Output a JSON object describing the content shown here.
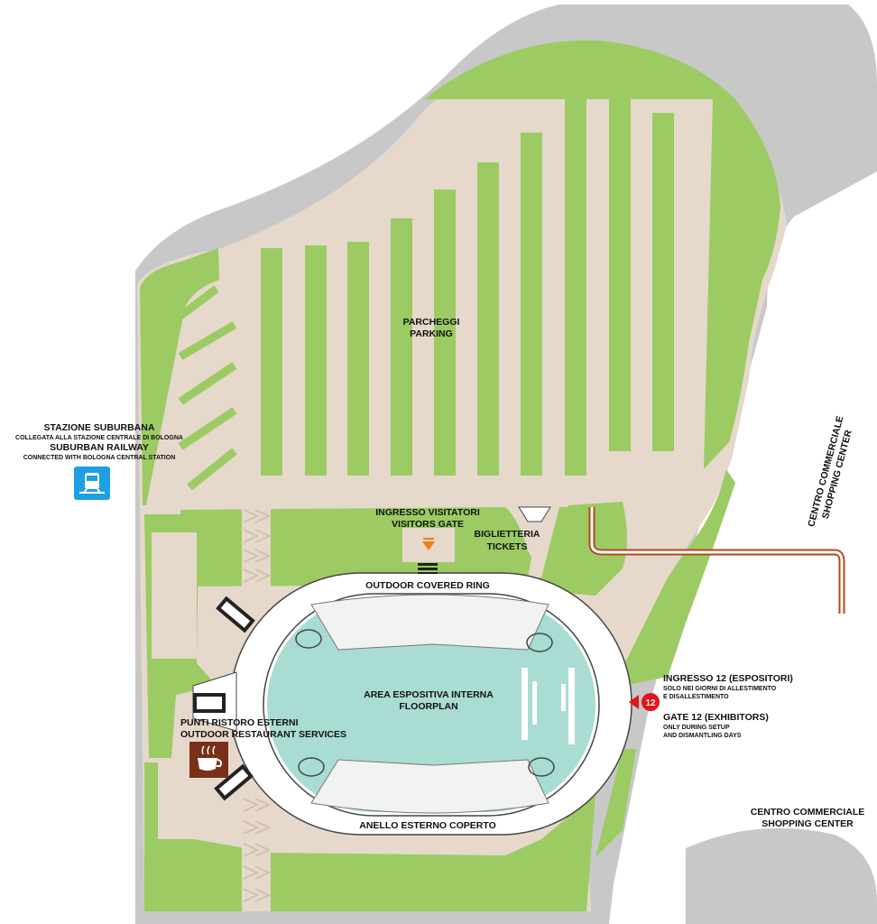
{
  "colors": {
    "road": "#c8c8c8",
    "paving": "#e6d9cc",
    "grass": "#9ccb63",
    "arena_floor": "#a9dcd3",
    "ring": "#ffffff",
    "stand": "#f2f2f2",
    "rail_icon": "#1e9fe3",
    "restaurant_icon": "#7a2f17",
    "gate_marker": "#e3141b",
    "visitor_arrow": "#f07d1a",
    "access_route": "#b2481e"
  },
  "labels": {
    "parking_it": "PARCHEGGI",
    "parking_en": "PARKING",
    "station_it": "STAZIONE SUBURBANA",
    "station_it_sub": "COLLEGATA ALLA STAZIONE CENTRALE DI BOLOGNA",
    "station_en": "SUBURBAN RAILWAY",
    "station_en_sub": "CONNECTED WITH BOLOGNA CENTRAL STATION",
    "visitors_it": "INGRESSO VISITATORI",
    "visitors_en": "VISITORS GATE",
    "tickets_it": "BIGLIETTERIA",
    "tickets_en": "TICKETS",
    "ring_en": "OUTDOOR COVERED RING",
    "ring_it": "ANELLO ESTERNO COPERTO",
    "floor_it": "AREA ESPOSITIVA INTERNA",
    "floor_en": "FLOORPLAN",
    "gate12_it": "INGRESSO 12 (ESPOSITORI)",
    "gate12_it_sub1": "SOLO NEI GIORNI DI ALLESTIMENTO",
    "gate12_it_sub2": "E DISALLESTIMENTO",
    "gate12_en": "GATE 12 (EXHIBITORS)",
    "gate12_en_sub1": "ONLY DURING SETUP",
    "gate12_en_sub2": "AND DISMANTLING DAYS",
    "gate12_number": "12",
    "restaurant_it": "PUNTI RISTORO ESTERNI",
    "restaurant_en": "OUTDOOR RESTAURANT SERVICES",
    "shopping_it": "CENTRO COMMERCIALE",
    "shopping_en": "SHOPPING CENTER",
    "shopping_side_it": "CENTRO COMMERCIALE",
    "shopping_side_en": "SHOPPING CENTER"
  },
  "icons": {
    "rail": "train-icon",
    "restaurant": "coffee-cup-icon",
    "visitor_gate": "down-arrow-icon",
    "gate12": "left-arrow-icon",
    "tickets": "ticket-booth-icon"
  }
}
